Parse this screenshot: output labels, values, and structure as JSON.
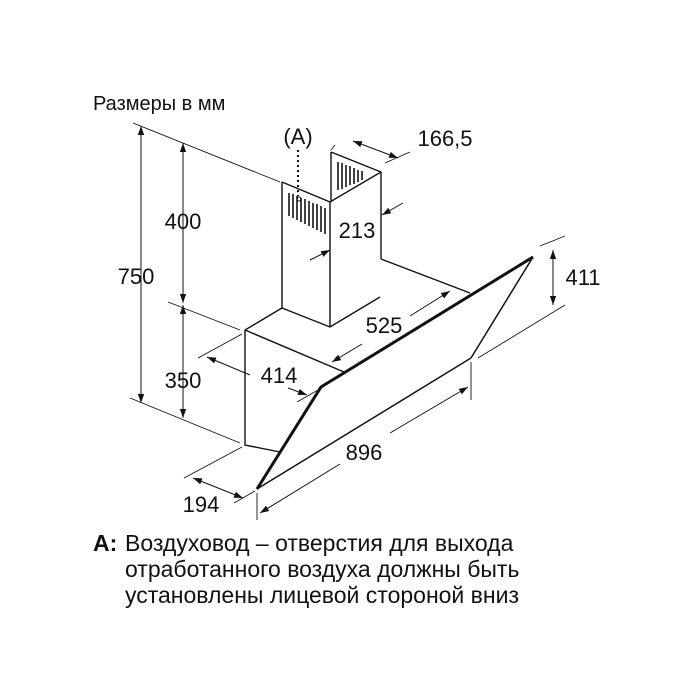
{
  "title": "Размеры в мм",
  "labels": {
    "duct_marker": "(A)",
    "chimney_depth": "166,5",
    "chimney_width": "213",
    "total_height": "750",
    "chimney_height": "400",
    "body_height": "350",
    "glass_height": "411",
    "body_depth": "414",
    "body_width": "525",
    "glass_width": "896",
    "bottom_depth": "194"
  },
  "caption": {
    "key": "A:",
    "lines": [
      "Воздуховод – отверстия для выхода",
      "отработанного воздуха должны быть",
      "установлены лицевой стороной вниз"
    ]
  }
}
